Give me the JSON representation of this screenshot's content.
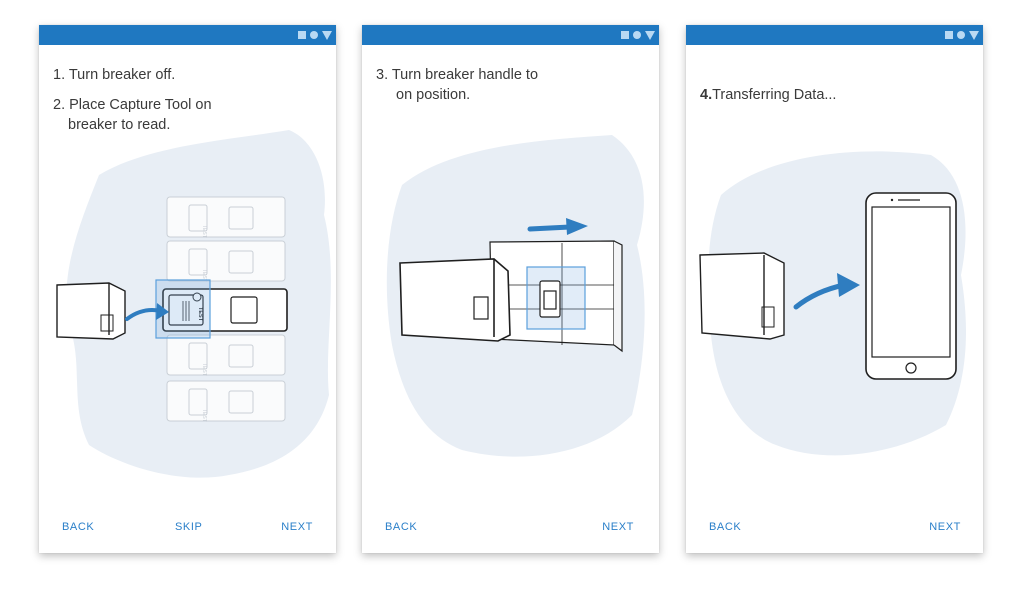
{
  "screens": [
    {
      "steps": [
        "1.  Turn breaker off.",
        "2. Place Capture Tool on",
        "breaker to read."
      ],
      "nav": {
        "back": "BACK",
        "skip": "SKIP",
        "next": "NEXT"
      }
    },
    {
      "steps": [
        "3. Turn breaker handle to",
        "on position."
      ],
      "nav": {
        "back": "BACK",
        "next": "NEXT"
      }
    },
    {
      "step_number": "4.",
      "step_text": "Transferring Data...",
      "nav": {
        "back": "BACK",
        "next": "NEXT"
      }
    }
  ],
  "breaker_labels": [
    "TEST",
    "TEST",
    "TEST",
    "TEST",
    "TEST"
  ],
  "colors": {
    "status_bar": "#1f78c1",
    "status_icons": "#b9d9f3",
    "accent_blue": "#2a7fc9",
    "arrow_blue": "#2f7dc0",
    "brush_bg": "#e8eef5",
    "text": "#3a3a3a"
  },
  "icons": [
    "square-status-icon",
    "circle-status-icon",
    "triangle-status-icon"
  ]
}
